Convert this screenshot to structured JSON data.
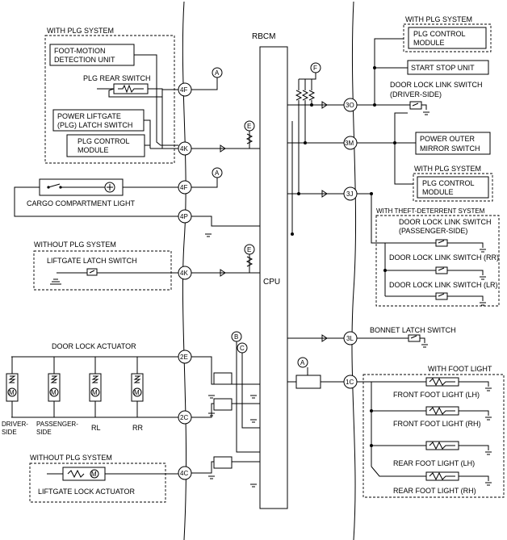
{
  "module": {
    "title": "RBCM",
    "cpu": "CPU"
  },
  "connectors": {
    "c4F_top": "4F",
    "c4K_top": "4K",
    "c4F_mid": "4F",
    "c4P": "4P",
    "c4K_low": "4K",
    "c2E": "2E",
    "c2C": "2C",
    "c4C": "4C",
    "c3O": "3O",
    "c3M": "3M",
    "c3J": "3J",
    "c3L": "3L",
    "c1C": "1C"
  },
  "refs": {
    "A": "A",
    "B": "B",
    "C": "C",
    "E": "E",
    "F": "F"
  },
  "left": {
    "plg_group_title": "WITH PLG SYSTEM",
    "foot_motion_1": "FOOT-MOTION",
    "foot_motion_2": "DETECTION UNIT",
    "plg_rear_switch": "PLG REAR SWITCH",
    "latch_switch_1": "POWER LIFTGATE",
    "latch_switch_2": "(PLG) LATCH SWITCH",
    "plg_module_1": "PLG CONTROL",
    "plg_module_2": "MODULE",
    "cargo_light": "CARGO COMPARTMENT LIGHT",
    "without_plg_title": "WITHOUT PLG SYSTEM",
    "liftgate_latch_switch": "LIFTGATE LATCH SWITCH",
    "door_lock_actuator": "DOOR LOCK ACTUATOR",
    "act_driver_1": "DRIVER-",
    "act_driver_2": "SIDE",
    "act_pass_1": "PASSENGER-",
    "act_pass_2": "SIDE",
    "act_rl": "RL",
    "act_rr": "RR",
    "without_plg_title_2": "WITHOUT PLG SYSTEM",
    "liftgate_lock_actuator": "LIFTGATE LOCK ACTUATOR"
  },
  "right": {
    "with_plg_top": "WITH PLG SYSTEM",
    "plg_module_1": "PLG CONTROL",
    "plg_module_2": "MODULE",
    "start_stop": "START STOP UNIT",
    "door_link_driver_1": "DOOR LOCK LINK SWITCH",
    "door_link_driver_2": "(DRIVER-SIDE)",
    "power_mirror_1": "POWER OUTER",
    "power_mirror_2": "MIRROR SWITCH",
    "with_plg_mid": "WITH PLG SYSTEM",
    "plg_module_b1": "PLG CONTROL",
    "plg_module_b2": "MODULE",
    "theft_title": "WITH THEFT-DETERRENT SYSTEM",
    "door_link_pass_1": "DOOR LOCK LINK SWITCH",
    "door_link_pass_2": "(PASSENGER-SIDE)",
    "door_link_rr": "DOOR LOCK LINK SWITCH (RR)",
    "door_link_lr": "DOOR LOCK LINK SWITCH (LR)",
    "bonnet_latch": "BONNET LATCH SWITCH",
    "foot_light_title": "WITH FOOT LIGHT",
    "front_lh": "FRONT FOOT LIGHT (LH)",
    "front_rh": "FRONT FOOT LIGHT (RH)",
    "rear_lh": "REAR FOOT LIGHT (LH)",
    "rear_rh": "REAR FOOT LIGHT (RH)"
  }
}
